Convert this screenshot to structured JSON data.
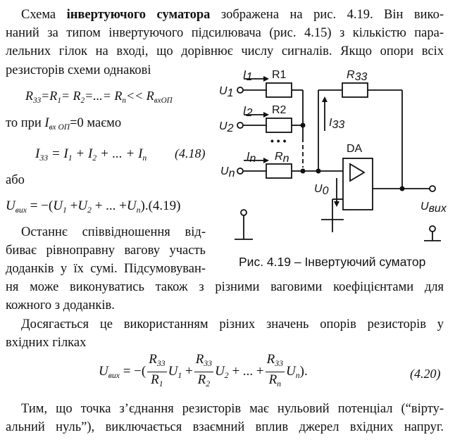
{
  "text": {
    "l1_a": "Схема ",
    "l1_b": "інвертуючого суматора",
    "l1_c": " зображена на рис. 4.19. Він вико-",
    "l2": "наний за типом інвертуючого підсилювача (рис. 4.15) з кількістю пара-",
    "l3": "лельних гілок на вході, що дорівнює числу сигналів. Якщо опори всіх",
    "l4": "резисторів схеми однакові",
    "eq1": "R₃₃=R₁= R₂=...= Rₙ<< Rвх ОП",
    "l5_a": "то при ",
    "l5_b": "I",
    "l5_sub": "вх ОП",
    "l5_c": "=0 маємо",
    "eq418": "I₃₃ = I₁ + I₂ + ... + Iₙ",
    "eq418_num": "(4.18)",
    "l6": "або",
    "eq419": "Uвих = −(U₁ + U₂ + ... + Uₙ).",
    "eq419_num": "(4.19)",
    "l7": "Останнє співвідношення від-",
    "l8": "биває рівноправну вагову участь",
    "l9": "доданків у їх сумі. Підсумовуван-",
    "l10": "ня може виконуватись також з різними ваговими коефіцієнтами для",
    "l11": "кожного з доданків.",
    "l12": "Досягається це використанням різних значень опорів резисторів у",
    "l13": "вхідних гілках",
    "eq420_num": "(4.20)",
    "l14": "Тим, що точка з’єднання резисторів має нульовий потенціал (“вірту-",
    "l15": "альний нуль”), виключається взаємний вплив джерел вхідних напруг.",
    "caption": "Рис. 4.19 – Інвертуючий суматор"
  },
  "eq420": {
    "lhs": "U",
    "lhs_sub": "вих",
    "r33": "R",
    "r33_sub": "33",
    "r1": "R",
    "r1_sub": "1",
    "r2": "R",
    "r2_sub": "2",
    "rn": "R",
    "rn_sub": "n",
    "u1": "U",
    "u1_sub": "1",
    "u2": "U",
    "u2_sub": "2",
    "un": "U",
    "un_sub": "n"
  },
  "circuit": {
    "i1": "I",
    "i1_sub": "1",
    "i2": "I",
    "i2_sub": "2",
    "in": "I",
    "in_sub": "n",
    "r1": "R1",
    "r2": "R2",
    "rn": "R",
    "rn_sub": "n",
    "r33": "R",
    "r33_sub": "33",
    "i33": "I",
    "i33_sub": "33",
    "u1": "U",
    "u1_sub": "1",
    "u2": "U",
    "u2_sub": "2",
    "un": "U",
    "un_sub": "n",
    "u0": "U",
    "u0_sub": "0",
    "da": "DA",
    "uout": "U",
    "uout_sub": "вих",
    "dots": "• • •"
  }
}
